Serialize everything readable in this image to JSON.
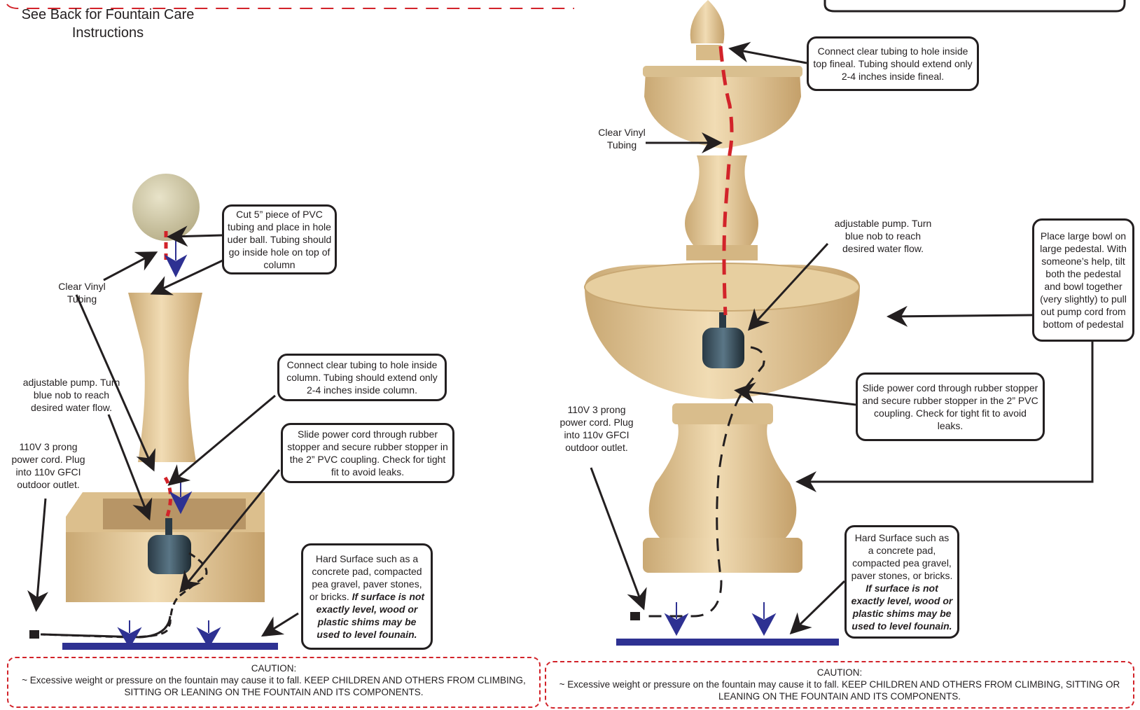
{
  "header_note": {
    "line1": "See Back for Fountain Care",
    "line2": "Instructions"
  },
  "left": {
    "clear_vinyl": {
      "line1": "Clear Vinyl",
      "line2": "Tubing"
    },
    "pump": {
      "line1": "adjustable pump. Turn",
      "line2": "blue nob to reach",
      "line3": "desired water flow."
    },
    "power": {
      "line1": "110V 3 prong",
      "line2": "power cord. Plug",
      "line3": "into 110v GFCI",
      "line4": "outdoor outlet."
    },
    "pvc_callout": "Cut 5” piece of PVC tubing and place in hole uder ball. Tubing should go inside hole on top of column",
    "connect_callout": "Connect clear tubing to hole inside column. Tubing should extend only 2-4 inches inside column.",
    "slide_callout": "Slide power cord through rubber stopper and secure rubber stopper in the 2” PVC coupling. Check for tight fit to avoid leaks.",
    "hard_surface_plain": "Hard Surface such as a concrete pad, compacted pea gravel, paver stones, or bricks. ",
    "hard_surface_bold": "If surface is not exactly level, wood or plastic shims may be used to level founain.",
    "caution_title": "CAUTION:",
    "caution_text": "~ Excessive weight or pressure on the fountain may cause it to fall.  KEEP CHILDREN AND OTHERS FROM CLIMBING, SITTING OR LEANING ON THE FOUNTAIN AND ITS COMPONENTS."
  },
  "right": {
    "connect_callout": "Connect clear tubing to hole inside top fineal. Tubing should extend only 2-4 inches inside fineal.",
    "clear_vinyl": {
      "line1": "Clear Vinyl",
      "line2": "Tubing"
    },
    "pump": {
      "line1": "adjustable pump. Turn",
      "line2": "blue nob to reach",
      "line3": "desired water flow."
    },
    "bowl_callout": "Place large bowl on large pedestal. With someone’s help, tilt both the pedestal and bowl together (very slightly) to pull out pump cord from bottom of pedestal",
    "slide_callout": "Slide power cord through rubber stopper and secure rubber stopper in the 2” PVC coupling. Check for tight fit to avoid leaks.",
    "power": {
      "line1": "110V 3 prong",
      "line2": "power cord. Plug",
      "line3": "into 110v GFCI",
      "line4": "outdoor outlet."
    },
    "hard_surface_plain": "Hard Surface such as a concrete pad, compacted pea gravel, paver stones, or bricks. ",
    "hard_surface_bold": "If surface is not exactly level, wood or plastic shims may be used to level founain.",
    "caution_title": "CAUTION:",
    "caution_text": "~ Excessive weight or pressure on the fountain may cause it to fall.  KEEP CHILDREN AND OTHERS FROM CLIMBING, SITTING OR LEANING ON THE FOUNTAIN AND ITS COMPONENTS."
  },
  "colors": {
    "stone": "#e3c99a",
    "stone_dark": "#c9a873",
    "tube_red": "#d2232a",
    "ground_blue": "#2e3192",
    "ink": "#231f20",
    "pump": "#3d5566"
  }
}
